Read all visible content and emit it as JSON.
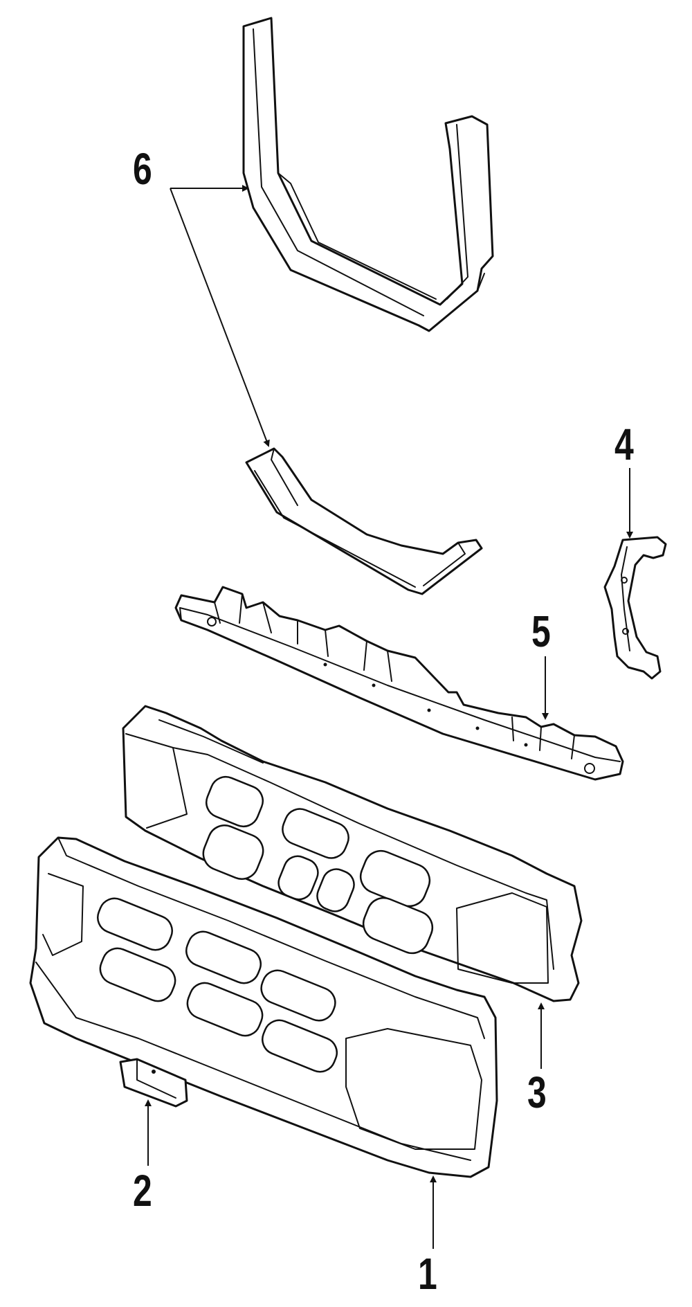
{
  "diagram": {
    "callouts": [
      {
        "id": "6",
        "text": "6"
      },
      {
        "id": "4",
        "text": "4"
      },
      {
        "id": "5",
        "text": "5"
      },
      {
        "id": "3",
        "text": "3"
      },
      {
        "id": "2",
        "text": "2"
      },
      {
        "id": "1",
        "text": "1"
      }
    ],
    "line_color": "#111111",
    "background_color": "#ffffff"
  }
}
